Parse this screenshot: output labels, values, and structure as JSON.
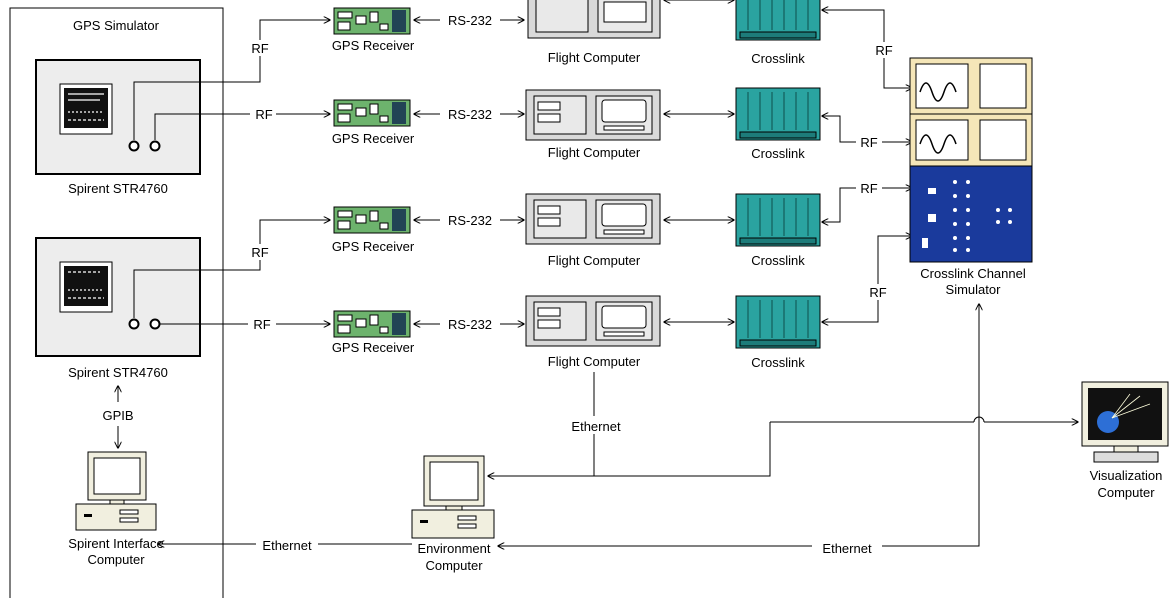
{
  "groups": {
    "gps_simulator": "GPS Simulator"
  },
  "devices": {
    "spirent_1": "Spirent STR4760",
    "spirent_2": "Spirent STR4760",
    "gps_receiver_1": "GPS Receiver",
    "gps_receiver_2": "GPS Receiver",
    "gps_receiver_3": "GPS Receiver",
    "gps_receiver_4": "GPS Receiver",
    "flight_computer_1": "Flight Computer",
    "flight_computer_2": "Flight Computer",
    "flight_computer_3": "Flight Computer",
    "flight_computer_4": "Flight Computer",
    "crosslink_1": "Crosslink",
    "crosslink_2": "Crosslink",
    "crosslink_3": "Crosslink",
    "crosslink_4": "Crosslink",
    "crosslink_simulator_line1": "Crosslink Channel",
    "crosslink_simulator_line2": "Simulator",
    "spirent_interface_line1": "Spirent Interface",
    "spirent_interface_line2": "Computer",
    "environment_line1": "Environment",
    "environment_line2": "Computer",
    "visualization_line1": "Visualization",
    "visualization_line2": "Computer"
  },
  "links": {
    "rf": "RF",
    "rs232": "RS-232",
    "gpib": "GPIB",
    "ethernet": "Ethernet"
  },
  "colors": {
    "receiver_board": "#6db36d",
    "rack_gray": "#d9d9d9",
    "crosslink_teal": "#2aa3a0",
    "simulator_blue": "#1a3a9c",
    "scope_beige": "#f5e6b8",
    "computer_beige": "#f1efdf"
  }
}
